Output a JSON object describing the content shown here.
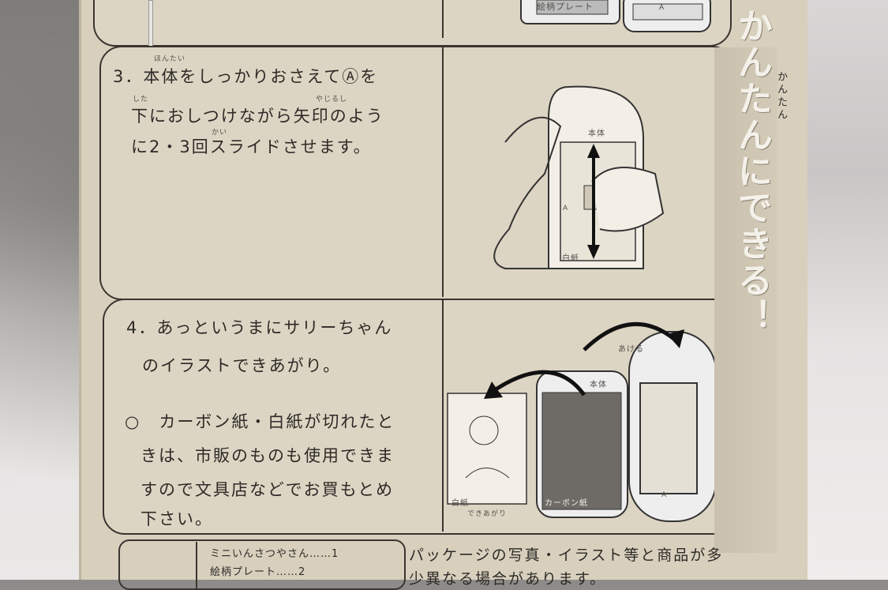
{
  "side_banner": {
    "text": "かんたん",
    "big": "かんたんにできる！"
  },
  "step3": {
    "lines": [
      "3．本体をしっかりおさえてⒶを",
      "下におしつけながら矢印のよう",
      "に2・3回スライドさせます。"
    ],
    "ruby": [
      "ほんたい",
      "した",
      "やじるし",
      "かい"
    ],
    "labels": {
      "body": "本体",
      "a": "A",
      "white": "白紙"
    }
  },
  "step4": {
    "lines": [
      "4．あっというまにサリーちゃん",
      "のイラストできあがり。"
    ],
    "note_lines": [
      "○　カーボン紙・白紙が切れたと",
      "きは、市販のものも使用できま",
      "すので文具店などでお買もとめ",
      "下さい。"
    ],
    "labels": {
      "open": "あける",
      "body": "本体",
      "white": "白紙",
      "done": "できあがり",
      "carbon": "カーボン紙",
      "a": "A"
    }
  },
  "top_labels": {
    "plate": "絵柄プレート",
    "a": "A"
  },
  "toc": {
    "items": [
      {
        "name": "ミニいんさつやさん",
        "num": "1"
      },
      {
        "name": "絵柄プレート",
        "num": "2"
      }
    ]
  },
  "package_note": [
    "パッケージの写真・イラスト等と商品が多",
    "少異なる場合があります。"
  ]
}
